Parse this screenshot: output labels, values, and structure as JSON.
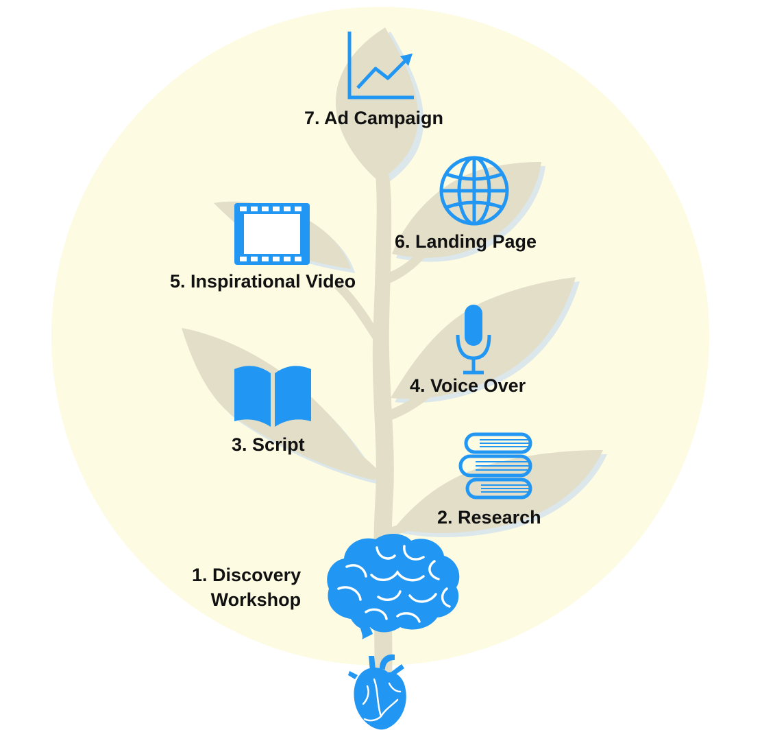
{
  "steps": [
    {
      "number": "1.",
      "label": "Discovery",
      "label_line2": "Workshop",
      "icon": "brain-icon"
    },
    {
      "number": "2.",
      "label": "Research",
      "icon": "stack-of-books-icon"
    },
    {
      "number": "3.",
      "label": "Script",
      "icon": "open-book-icon"
    },
    {
      "number": "4.",
      "label": "Voice Over",
      "icon": "microphone-icon"
    },
    {
      "number": "5.",
      "label": "Inspirational Video",
      "icon": "film-strip-icon"
    },
    {
      "number": "6.",
      "label": "Landing Page",
      "icon": "globe-icon"
    },
    {
      "number": "7.",
      "label": "Ad Campaign",
      "icon": "growth-chart-icon"
    }
  ],
  "root_icon": "heart-icon",
  "colors": {
    "icon_blue": "#2196F3",
    "icon_blue_dark": "#1565C0",
    "plant_beige": "#E2DEC8",
    "plant_shadow": "#D9E5EC",
    "background_circle": "#FDFBE2",
    "text": "#111111"
  }
}
